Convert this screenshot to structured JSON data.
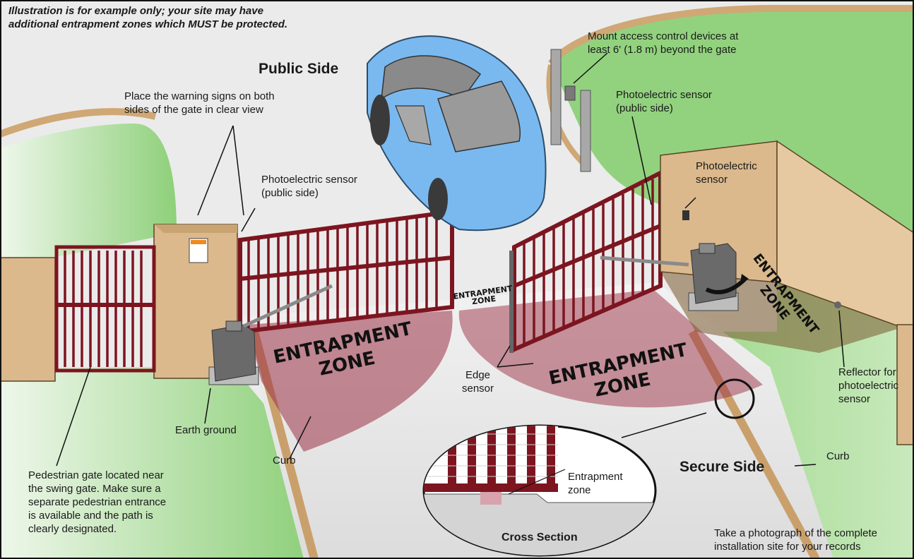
{
  "notice": {
    "line1": "Illustration is for example only; your site may have",
    "line2": "additional entrapment zones which MUST  be protected."
  },
  "sides": {
    "public": "Public Side",
    "secure": "Secure Side"
  },
  "labels": {
    "warning_signs": [
      "Place the warning signs on both",
      "sides of the gate in clear view"
    ],
    "photo_left": [
      "Photoelectric sensor",
      "(public side)"
    ],
    "photo_mid": [
      "Photoelectric sensor",
      "(public side)"
    ],
    "photo_right": [
      "Photoelectric",
      "sensor"
    ],
    "access_control": [
      "Mount access control devices at",
      "least 6' (1.8 m) beyond the gate"
    ],
    "earth_ground": "Earth ground",
    "curb_left": "Curb",
    "curb_right": "Curb",
    "edge_sensor": [
      "Edge",
      "sensor"
    ],
    "reflector": [
      "Reflector for",
      "photoelectric",
      "sensor"
    ],
    "pedestrian": [
      "Pedestrian gate located near",
      "the swing gate. Make sure a",
      "separate pedestrian entrance",
      "is available and the path is",
      "clearly designated."
    ],
    "photograph": [
      "Take a photograph of the complete",
      "installation site for your records"
    ],
    "cross_section": "Cross Section",
    "entrapment_zone_small": [
      "Entrapment",
      "zone"
    ]
  },
  "zones": {
    "left": [
      "ENTRAPMENT",
      "ZONE"
    ],
    "right": [
      "ENTRAPMENT",
      "ZONE"
    ],
    "middle": [
      "ENTRAPMENT",
      "ZONE"
    ],
    "operator": [
      "ENTRAPMENT",
      "ZONE"
    ]
  },
  "colors": {
    "grass": "#8ed07a",
    "wall": "#dbb98d",
    "gate": "#8b1a22",
    "car": "#7ab9f0",
    "zone": "#a33045",
    "operator": "#6a6a6a"
  }
}
